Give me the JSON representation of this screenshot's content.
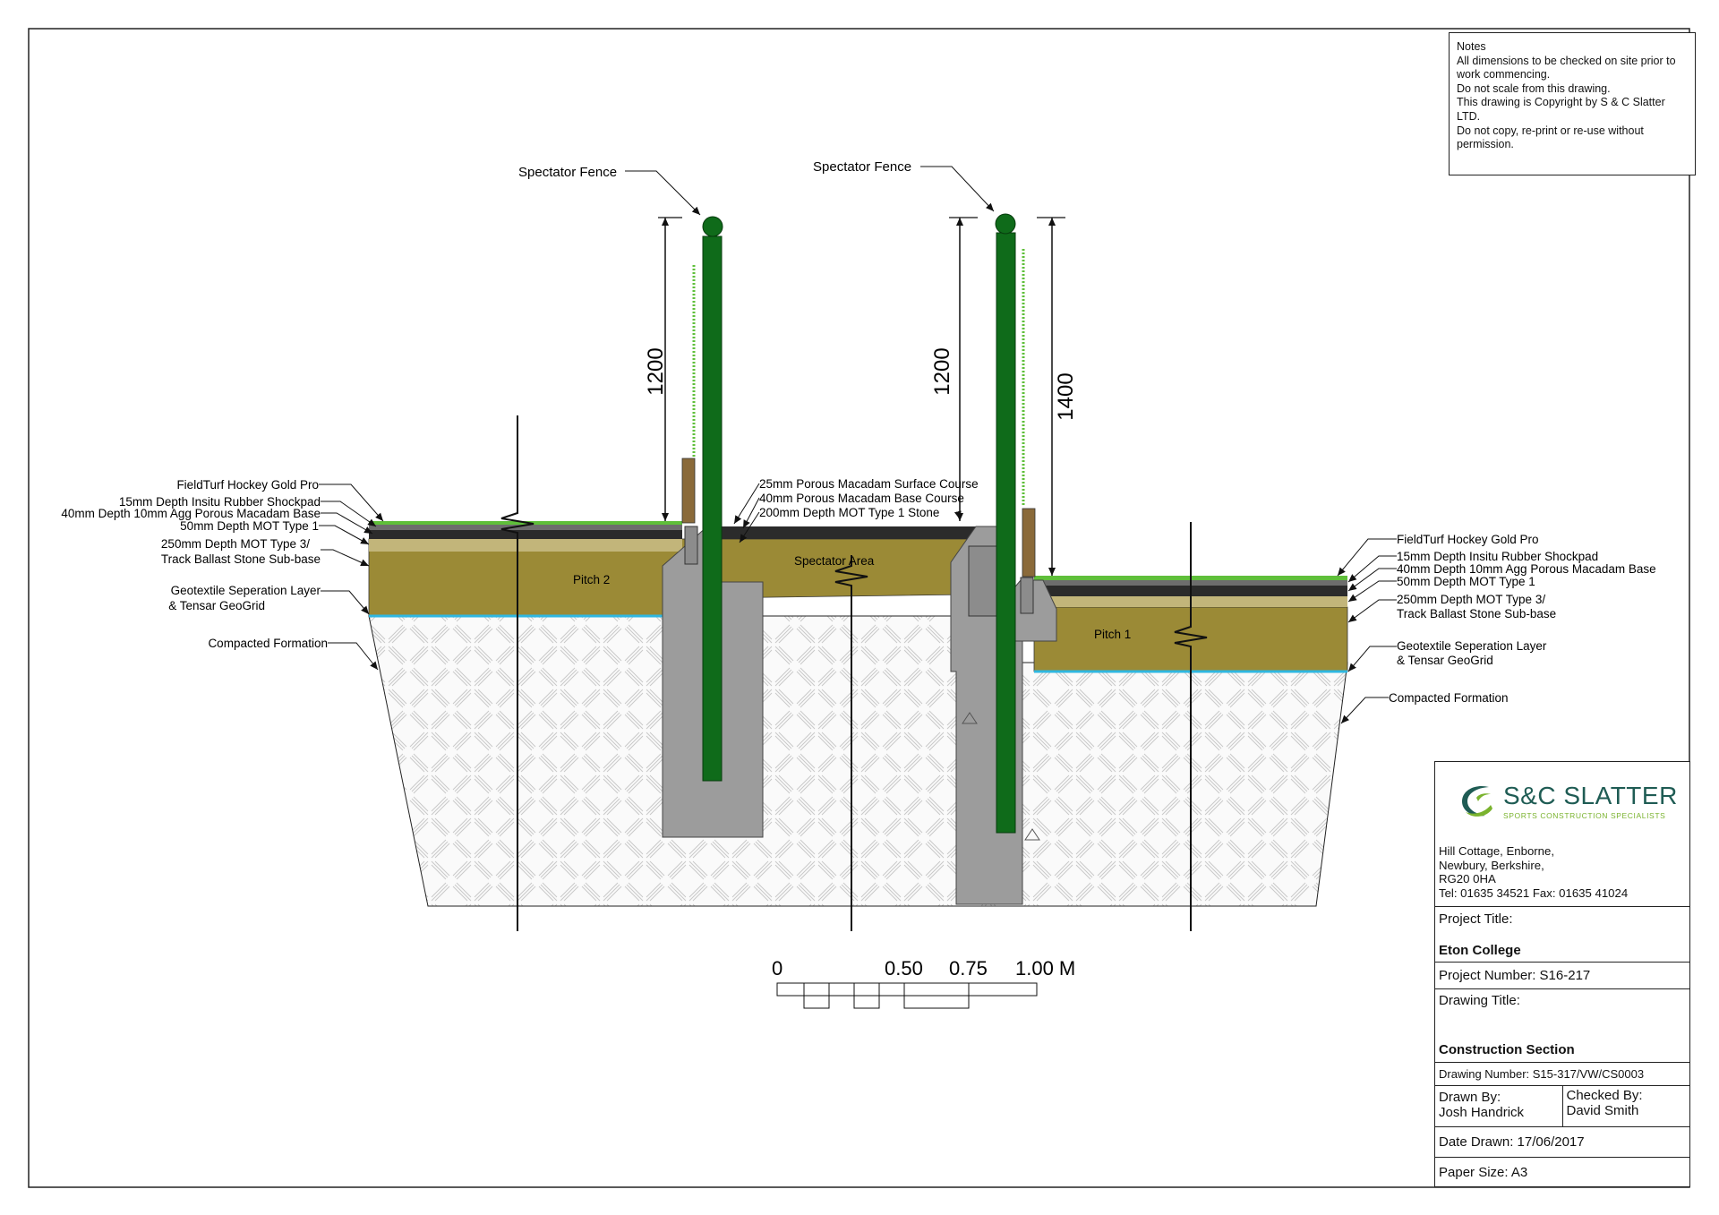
{
  "notes": {
    "heading": "Notes",
    "line1": "All dimensions to be checked on site prior to work commencing.",
    "line2": "Do not scale from this drawing.",
    "line3": "This drawing is Copyright by S & C Slatter LTD.",
    "line4": "Do not copy, re-print or re-use without permission."
  },
  "labels": {
    "fence_left": "Spectator Fence",
    "fence_right": "Spectator Fence",
    "dim_left_1200": "1200",
    "dim_right_1200": "1200",
    "dim_right_1400": "1400",
    "pitch2": "Pitch 2",
    "pitch1": "Pitch 1",
    "spectator_area": "Spectator Area",
    "l_fieldturf": "FieldTurf Hockey Gold Pro",
    "l_shockpad": "15mm Depth Insitu Rubber Shockpad",
    "l_macadam_base": "40mm Depth 10mm Agg Porous Macadam Base",
    "l_mot": "50mm Depth MOT Type 1",
    "l_type3_a": "250mm Depth MOT Type 3/",
    "l_type3_b": "Track Ballast Stone Sub-base",
    "l_geo_a": "Geotextile Seperation Layer",
    "l_geo_b": "& Tensar GeoGrid",
    "l_compacted": "Compacted Formation",
    "c_surface": "25mm Porous Macadam Surface Course",
    "c_base": "40mm Porous Macadam Base Course",
    "c_stone": "200mm Depth MOT Type 1 Stone",
    "r_fieldturf": "FieldTurf Hockey Gold Pro",
    "r_shockpad": "15mm Depth Insitu Rubber Shockpad",
    "r_macadam_base": "40mm Depth 10mm Agg Porous Macadam Base",
    "r_mot": "50mm Depth MOT Type 1",
    "r_type3_a": "250mm Depth MOT Type 3/",
    "r_type3_b": "Track Ballast Stone Sub-base",
    "r_geo_a": "Geotextile Seperation Layer",
    "r_geo_b": "& Tensar GeoGrid",
    "r_compacted": "Compacted Formation"
  },
  "scale_bar": {
    "t0": "0",
    "t050": "0.50",
    "t075": "0.75",
    "t100": "1.00 M"
  },
  "title_block": {
    "company": "S&C SLATTER",
    "tagline": "SPORTS CONSTRUCTION SPECIALISTS",
    "addr1": "Hill Cottage, Enborne,",
    "addr2": "Newbury, Berkshire,",
    "addr3": "RG20 0HA",
    "addr4": "Tel: 01635 34521 Fax: 01635 41024",
    "project_title_label": "Project Title:",
    "project_title": "Eton College",
    "project_number": "Project Number: S16-217",
    "drawing_title_label": "Drawing Title:",
    "drawing_title": "Construction Section",
    "drawing_number": "Drawing Number: S15-317/VW/CS0003",
    "drawn_by_label": "Drawn By:",
    "drawn_by": "Josh Handrick",
    "checked_by_label": "Checked By:",
    "checked_by": "David Smith",
    "date_drawn": "Date Drawn: 17/06/2017",
    "paper_size": "Paper Size: A3"
  },
  "colors": {
    "subbase": "#9b8a36",
    "macadam": "#2b2b2b",
    "grass": "#5fbf3a",
    "geotextile": "#2fb7e0",
    "concrete": "#9c9c9c",
    "post": "#0f6b1a",
    "timber": "#8a6a3a"
  }
}
